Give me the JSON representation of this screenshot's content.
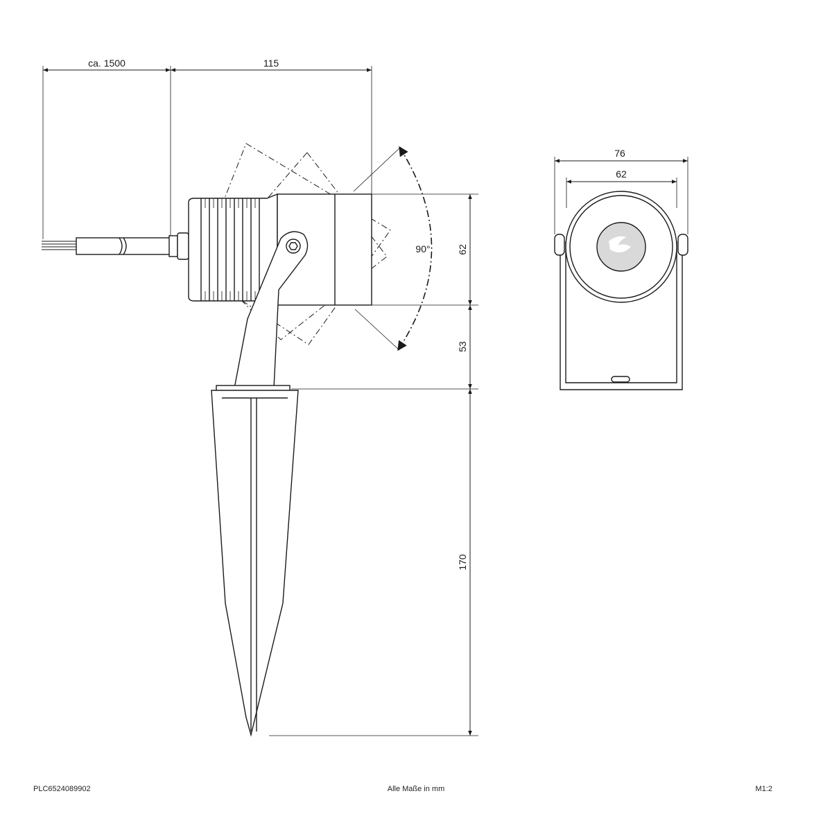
{
  "side_view": {
    "dims": {
      "cable_length": "ca. 1500",
      "head_length": "115",
      "head_height": "62",
      "arm_height": "53",
      "spike_length": "170",
      "tilt_angle": "90°"
    }
  },
  "front_view": {
    "dims": {
      "outer_width": "76",
      "inner_width": "62"
    }
  },
  "footer": {
    "article_number": "PLC6524089902",
    "units_note": "Alle Maße in mm",
    "scale": "M1:2"
  },
  "colors": {
    "line": "#1a1a1a",
    "background": "#ffffff",
    "lens_fill": "#d9d9d9"
  }
}
